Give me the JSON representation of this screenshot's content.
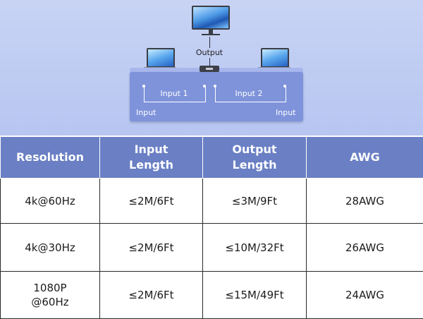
{
  "diagram": {
    "output_label": "Output",
    "input_1_label": "Input 1",
    "input_2_label": "Input 2",
    "input_left_label": "Input",
    "input_right_label": "Input",
    "colors": {
      "background": "#c8d3f4",
      "platform": "#7f93db",
      "header": "#6a7fc4"
    },
    "icons": [
      "monitor-icon",
      "laptop-icon",
      "laptop-icon",
      "kvm-switch-icon"
    ]
  },
  "table": {
    "headers": [
      "Resolution",
      "Input\nLength",
      "Output\nLength",
      "AWG"
    ],
    "rows": [
      [
        "4k@60Hz",
        "≤2M/6Ft",
        "≤3M/9Ft",
        "28AWG"
      ],
      [
        "4k@30Hz",
        "≤2M/6Ft",
        "≤10M/32Ft",
        "26AWG"
      ],
      [
        "1080P\n@60Hz",
        "≤2M/6Ft",
        "≤15M/49Ft",
        "24AWG"
      ]
    ]
  }
}
